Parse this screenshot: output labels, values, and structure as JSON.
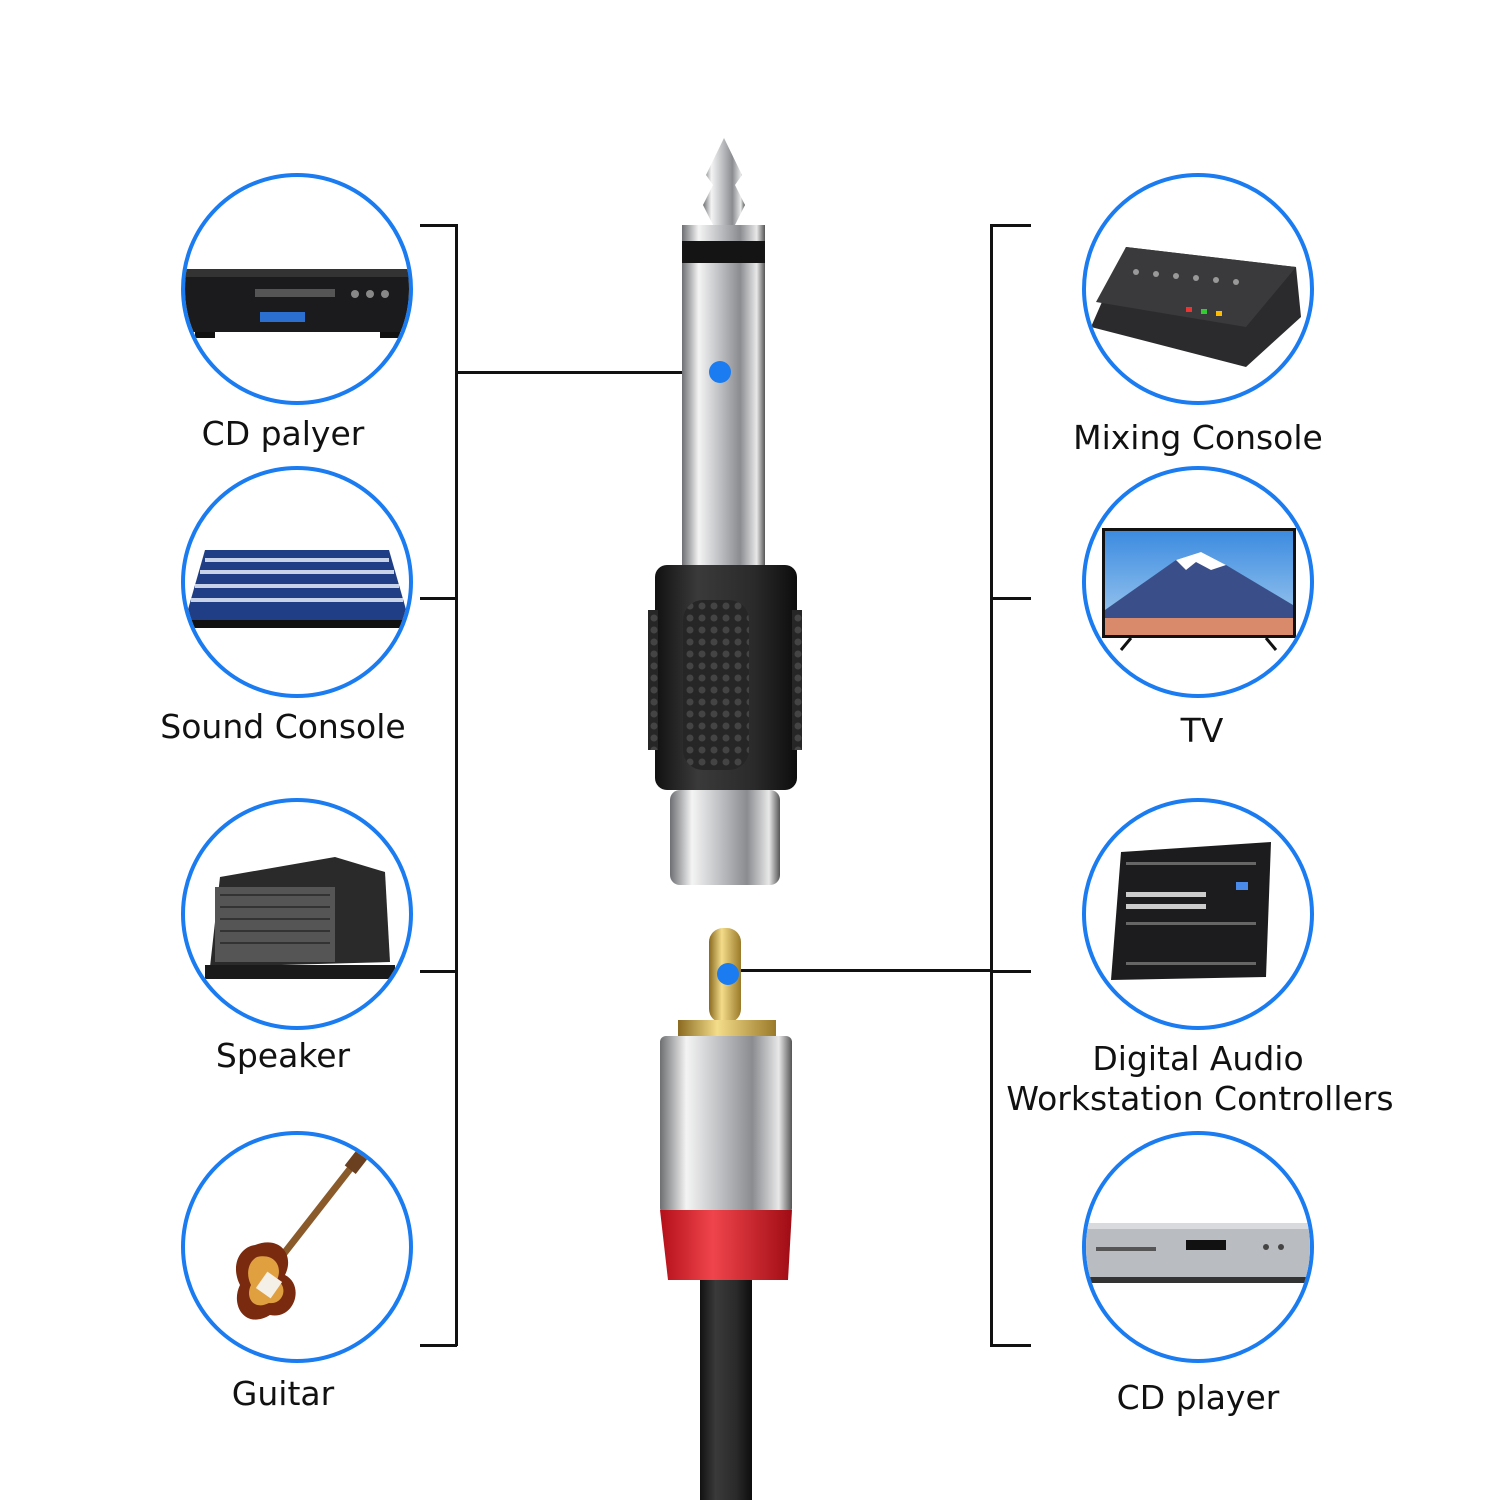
{
  "accent_color": "#1a7cf0",
  "left_devices": [
    {
      "label": "CD palyer",
      "icon": "cd-player-icon"
    },
    {
      "label": "Sound Console",
      "icon": "sound-console-icon"
    },
    {
      "label": "Speaker",
      "icon": "speaker-icon"
    },
    {
      "label": "Guitar",
      "icon": "guitar-icon"
    }
  ],
  "right_devices": [
    {
      "label": "Mixing Console",
      "icon": "mixing-console-icon"
    },
    {
      "label": "TV",
      "icon": "tv-icon"
    },
    {
      "label_line1": "Digital Audio",
      "label_line2": "Workstation Controllers",
      "icon": "daw-controller-icon"
    },
    {
      "label": "CD player",
      "icon": "cd-player-icon"
    }
  ]
}
